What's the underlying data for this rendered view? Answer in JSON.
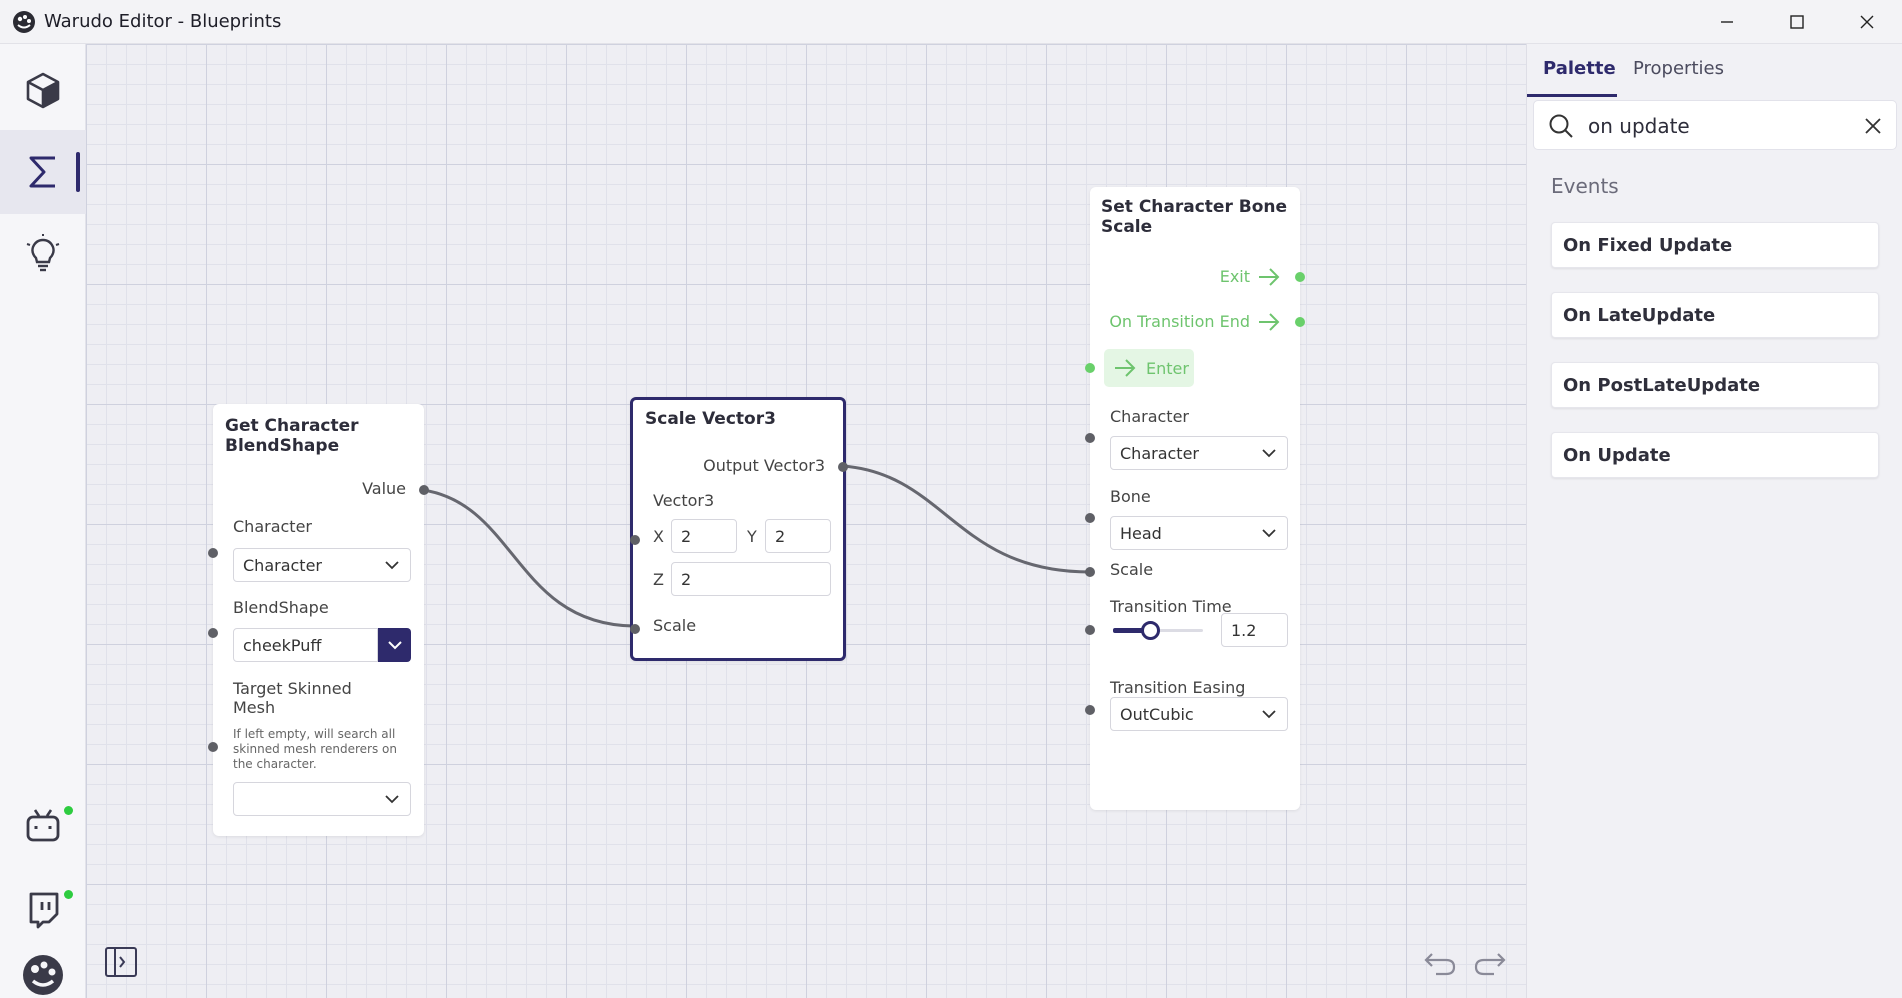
{
  "window": {
    "title": "Warudo Editor - Blueprints"
  },
  "sidebar": {
    "items": [
      {
        "icon": "cube-icon"
      },
      {
        "icon": "sigma-icon",
        "active": true
      },
      {
        "icon": "lightbulb-icon"
      }
    ],
    "bottom": [
      {
        "icon": "bilibili-icon",
        "status": "online"
      },
      {
        "icon": "twitch-icon",
        "status": "online"
      },
      {
        "icon": "warudo-logo-icon"
      }
    ]
  },
  "nodes": {
    "blendshape": {
      "title": "Get Character BlendShape",
      "output_value": "Value",
      "character_label": "Character",
      "character_value": "Character",
      "blendshape_label": "BlendShape",
      "blendshape_value": "cheekPuff",
      "target_mesh_label": "Target Skinned Mesh",
      "target_mesh_help": "If left empty, will search all skinned mesh renderers on the character.",
      "target_mesh_value": ""
    },
    "scale": {
      "title": "Scale Vector3",
      "output": "Output Vector3",
      "vector_label": "Vector3",
      "x_label": "X",
      "x_value": "2",
      "y_label": "Y",
      "y_value": "2",
      "z_label": "Z",
      "z_value": "2",
      "scale_label": "Scale"
    },
    "bone": {
      "title": "Set Character Bone Scale",
      "exit": "Exit",
      "on_transition_end": "On Transition End",
      "enter": "Enter",
      "character_label": "Character",
      "character_value": "Character",
      "bone_label": "Bone",
      "bone_value": "Head",
      "scale_label": "Scale",
      "transition_time_label": "Transition Time",
      "transition_time_value": "1.2",
      "transition_time_slider": 0.42,
      "transition_easing_label": "Transition Easing",
      "transition_easing_value": "OutCubic"
    }
  },
  "panel": {
    "tabs": [
      {
        "label": "Palette",
        "active": true
      },
      {
        "label": "Properties",
        "active": false
      }
    ],
    "search": {
      "value": "on update"
    },
    "section": "Events",
    "items": [
      "On Fixed Update",
      "On LateUpdate",
      "On PostLateUpdate",
      "On Update"
    ]
  },
  "colors": {
    "accent": "#2e2a6c",
    "flow_green": "#6ec46e",
    "canvas": "#eeeef3"
  }
}
